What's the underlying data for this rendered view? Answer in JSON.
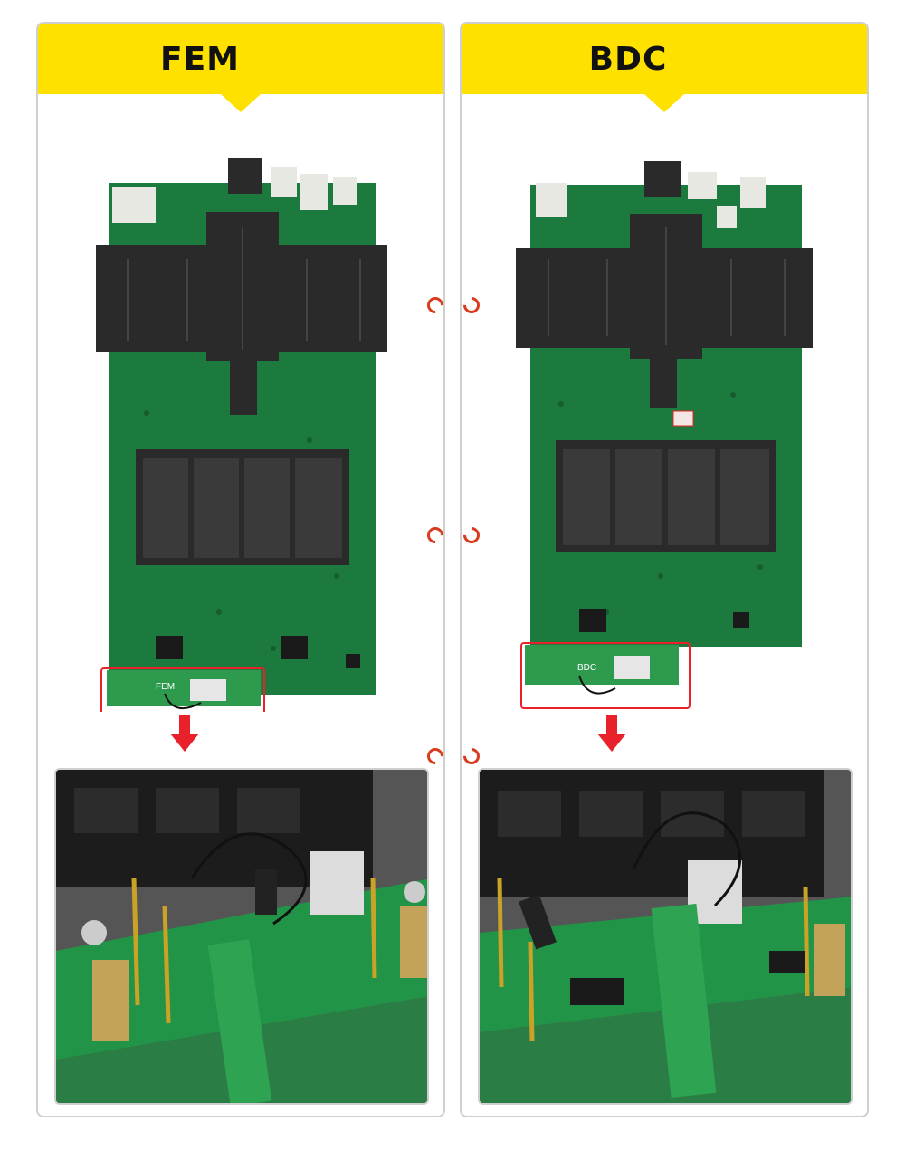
{
  "panels": [
    {
      "title": "FEM",
      "module_label": "FEM"
    },
    {
      "title": "BDC",
      "module_label": "BDC"
    }
  ],
  "colors": {
    "banner": "#ffe100",
    "highlight": "#e8212b",
    "pcb_green": "#1d7a3e",
    "connector": "#2a2a2a"
  },
  "icons": [
    "down-arrow-icon",
    "binder-ring-icon"
  ]
}
